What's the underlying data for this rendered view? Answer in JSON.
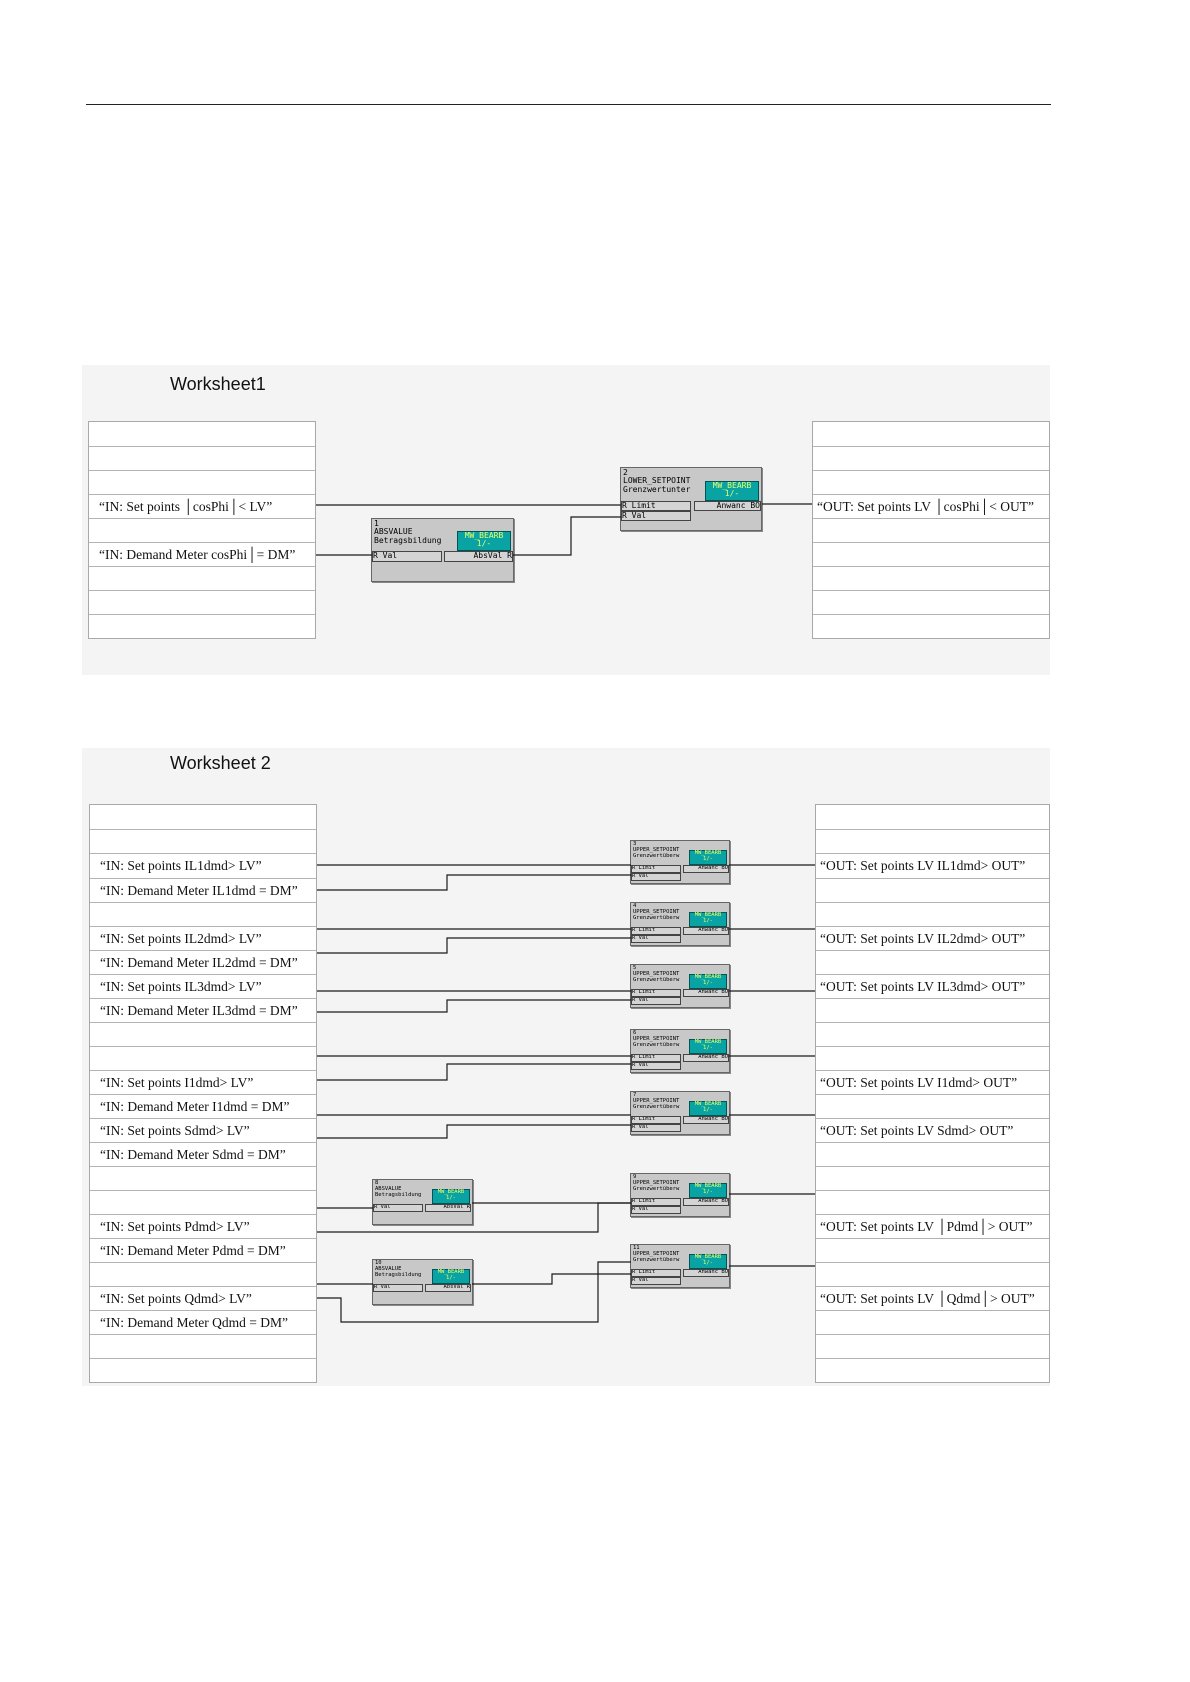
{
  "ws1": {
    "title": "Worksheet1",
    "inputs": [
      "“IN: Set points │cosPhi│< LV”",
      "“IN: Demand Meter cosPhi│= DM”"
    ],
    "outputs": [
      "“OUT: Set points LV │cosPhi│< OUT”"
    ],
    "blocks": [
      {
        "num": "1",
        "name": "ABSVALUE",
        "desc": "Betragsbildung",
        "tag": "MW_BEARB",
        "tag2": "1/-",
        "in1": "R  Val",
        "out1": "AbsVal  R"
      },
      {
        "num": "2",
        "name": "LOWER_SETPOINT",
        "desc": "Grenzwertunter",
        "tag": "MW_BEARB",
        "tag2": "1/-",
        "in1": "R  Limit",
        "in2": "R  Val",
        "out1": "Anwanc BO"
      }
    ]
  },
  "ws2": {
    "title": "Worksheet 2",
    "inputs": [
      "“IN: Set points IL1dmd> LV”",
      "“IN: Demand Meter IL1dmd = DM”",
      "“IN: Set points IL2dmd> LV”",
      "“IN: Demand Meter IL2dmd = DM”",
      "“IN: Set points IL3dmd> LV”",
      "“IN: Demand Meter IL3dmd = DM”",
      "“IN: Set points I1dmd> LV”",
      "“IN: Demand Meter I1dmd = DM”",
      "“IN: Set points Sdmd> LV”",
      "“IN: Demand Meter Sdmd = DM”",
      "“IN: Set points Pdmd> LV”",
      "“IN: Demand Meter Pdmd = DM”",
      "“IN: Set points Qdmd> LV”",
      "“IN: Demand Meter Qdmd = DM”"
    ],
    "outputs": [
      "“OUT: Set points LV IL1dmd> OUT”",
      "“OUT: Set points LV IL2dmd> OUT”",
      "“OUT: Set points LV IL3dmd> OUT”",
      "“OUT: Set points LV I1dmd> OUT”",
      "“OUT: Set points LV Sdmd> OUT”",
      "“OUT: Set points LV │Pdmd│> OUT”",
      "“OUT: Set points LV │Qdmd│> OUT”"
    ],
    "blocks": [
      {
        "num": "3",
        "name": "UPPER_SETPOINT",
        "desc": "Grenzwertüberw",
        "tag": "MW_BEARB",
        "tag2": "1/-",
        "in1": "R  Limit",
        "in2": "R  Val",
        "out1": "Anwanc BO"
      },
      {
        "num": "4",
        "name": "UPPER_SETPOINT",
        "desc": "Grenzwertüberw",
        "tag": "MW_BEARB",
        "tag2": "1/-",
        "in1": "R  Limit",
        "in2": "R  Val",
        "out1": "Anwanc BO"
      },
      {
        "num": "5",
        "name": "UPPER_SETPOINT",
        "desc": "Grenzwertüberw",
        "tag": "MW_BEARB",
        "tag2": "1/-",
        "in1": "R  Limit",
        "in2": "R  Val",
        "out1": "Anwanc BO"
      },
      {
        "num": "6",
        "name": "UPPER_SETPOINT",
        "desc": "Grenzwertüberw",
        "tag": "MW_BEARB",
        "tag2": "1/-",
        "in1": "R  Limit",
        "in2": "R  Val",
        "out1": "Anwanc BO"
      },
      {
        "num": "7",
        "name": "UPPER_SETPOINT",
        "desc": "Grenzwertüberw",
        "tag": "MW_BEARB",
        "tag2": "1/-",
        "in1": "R  Limit",
        "in2": "R  Val",
        "out1": "Anwanc BO"
      },
      {
        "num": "8",
        "name": "ABSVALUE",
        "desc": "Betragsbildung",
        "tag": "MW_BEARB",
        "tag2": "1/-",
        "in1": "R  Val",
        "out1": "AbsVal  R"
      },
      {
        "num": "9",
        "name": "UPPER_SETPOINT",
        "desc": "Grenzwertüberw",
        "tag": "MW_BEARB",
        "tag2": "1/-",
        "in1": "R  Limit",
        "in2": "R  Val",
        "out1": "Anwanc BO"
      },
      {
        "num": "10",
        "name": "ABSVALUE",
        "desc": "Betragsbildung",
        "tag": "MW_BEARB",
        "tag2": "1/-",
        "in1": "R  Val",
        "out1": "AbsVal  R"
      },
      {
        "num": "11",
        "name": "UPPER_SETPOINT",
        "desc": "Grenzwertüberw",
        "tag": "MW_BEARB",
        "tag2": "1/-",
        "in1": "R  Limit",
        "in2": "R  Val",
        "out1": "Anwanc BO"
      }
    ]
  }
}
